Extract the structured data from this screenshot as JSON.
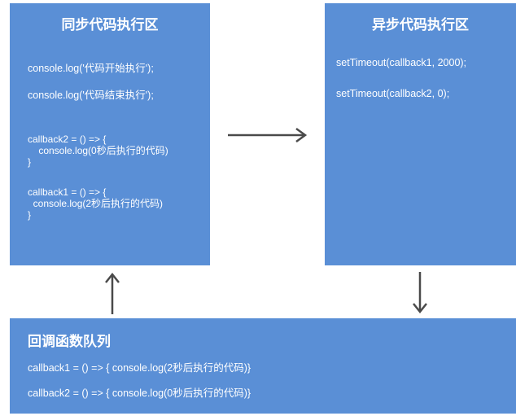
{
  "sync_panel": {
    "title": "同步代码执行区",
    "lines": [
      "console.log('代码开始执行');",
      "console.log('代码结束执行');",
      "callback2 = () => {",
      "    console.log(0秒后执行的代码)",
      "}",
      "callback1 = () => {",
      "  console.log(2秒后执行的代码)",
      "}"
    ]
  },
  "async_panel": {
    "title": "异步代码执行区",
    "lines": [
      "setTimeout(callback1, 2000);",
      "setTimeout(callback2, 0);"
    ]
  },
  "queue_panel": {
    "title": "回调函数队列",
    "lines": [
      "callback1 = () => { console.log(2秒后执行的代码)}",
      "callback2 = () => { console.log(0秒后执行的代码)}"
    ]
  },
  "colors": {
    "panel": "#5a8fd6",
    "text": "#ffffff",
    "arrow": "#4a4a4a"
  }
}
